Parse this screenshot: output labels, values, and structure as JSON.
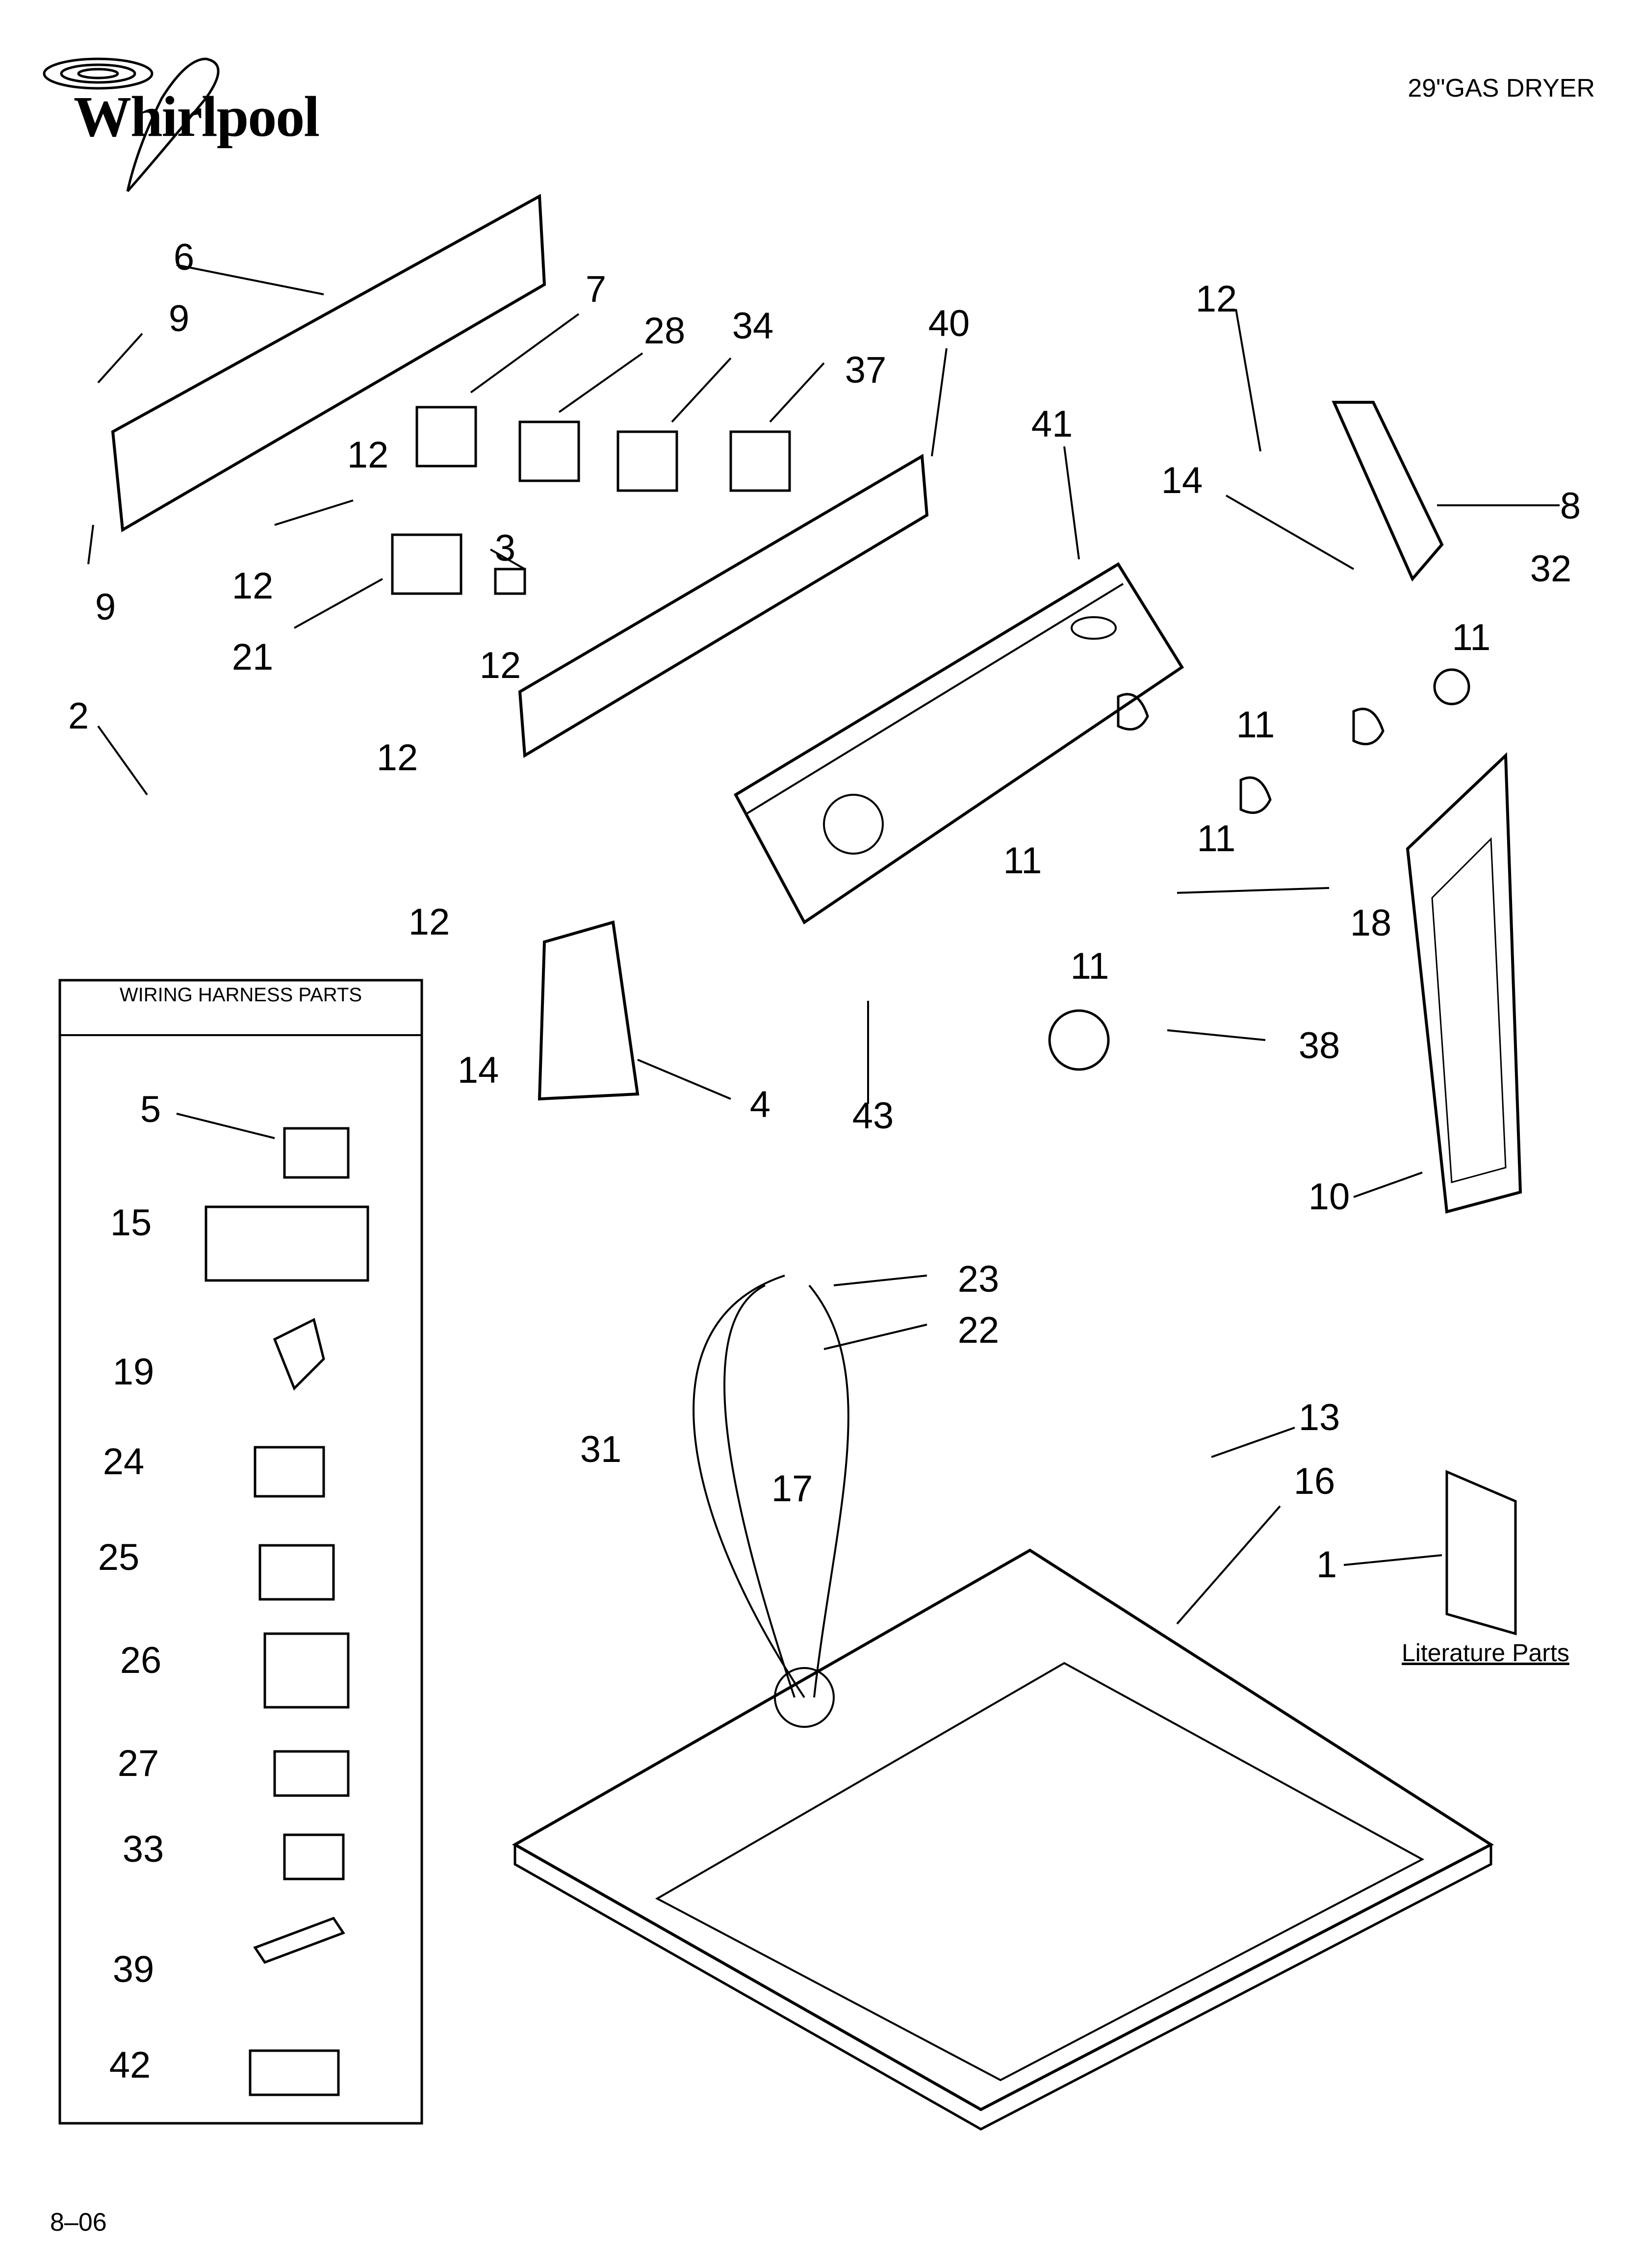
{
  "brand": "Whirlpool",
  "title": "29\"GAS DRYER",
  "page_number": "8–06",
  "wiring_box_title": "WIRING HARNESS PARTS",
  "literature_label": "Literature Parts",
  "callouts": {
    "c6": "6",
    "c9a": "9",
    "c9b": "9",
    "c7": "7",
    "c28": "28",
    "c34": "34",
    "c37": "37",
    "c40": "40",
    "c41": "41",
    "c12a": "12",
    "c12b": "12",
    "c12c": "12",
    "c12d": "12",
    "c12e": "12",
    "c12f": "12",
    "c3": "3",
    "c21": "21",
    "c2": "2",
    "c8": "8",
    "c14a": "14",
    "c32": "32",
    "c11a": "11",
    "c11b": "11",
    "c11c": "11",
    "c11d": "11",
    "c11e": "11",
    "c18": "18",
    "c38": "38",
    "c43": "43",
    "c4": "4",
    "c14b": "14",
    "c10": "10",
    "c23": "23",
    "c22": "22",
    "c31": "31",
    "c17": "17",
    "c13": "13",
    "c16": "16",
    "c1": "1",
    "w5": "5",
    "w15": "15",
    "w19": "19",
    "w24": "24",
    "w25": "25",
    "w26": "26",
    "w27": "27",
    "w33": "33",
    "w39": "39",
    "w42": "42"
  }
}
